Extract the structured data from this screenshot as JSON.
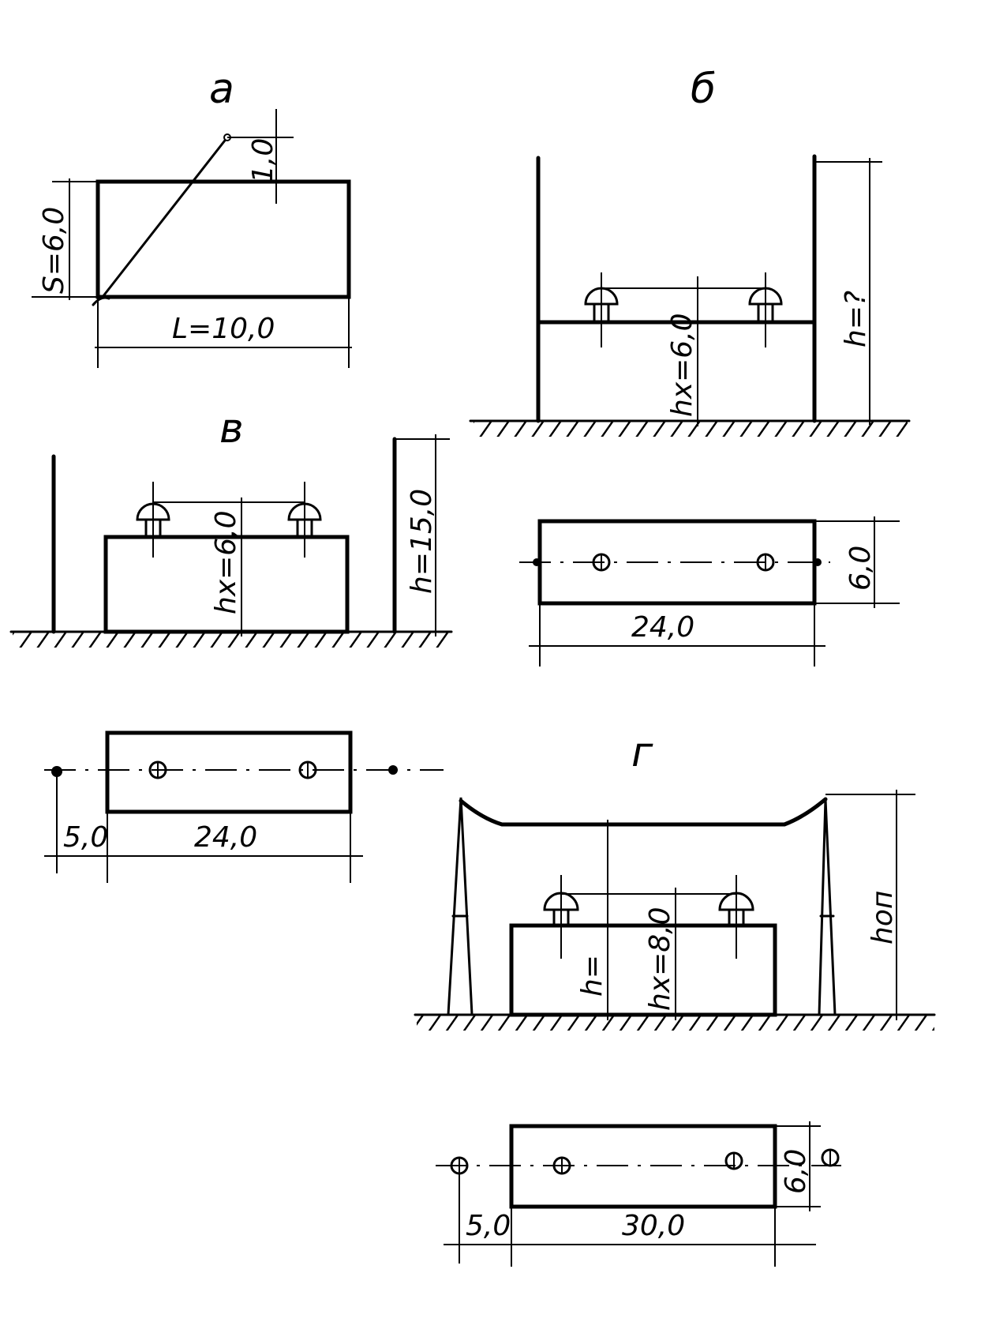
{
  "figures": {
    "a": {
      "label": "а",
      "dim_top": "1,0",
      "dim_side": "S=6,0",
      "dim_bottom": "L=10,0"
    },
    "b": {
      "label": "б",
      "dim_hx": "hx=6,0",
      "dim_h": "h=?",
      "plan_width": "24,0",
      "plan_height": "6,0"
    },
    "v": {
      "label": "в",
      "dim_hx": "hx=6,0",
      "dim_h": "h=15,0",
      "plan_offset": "5,0",
      "plan_width": "24,0"
    },
    "g": {
      "label": "г",
      "dim_h": "h=",
      "dim_hx": "hx=8,0",
      "dim_hop": "hоп",
      "plan_offset": "5,0",
      "plan_width": "30,0",
      "plan_height": "6,0"
    }
  },
  "colors": {
    "ink": "#000000",
    "paper": "#ffffff"
  }
}
